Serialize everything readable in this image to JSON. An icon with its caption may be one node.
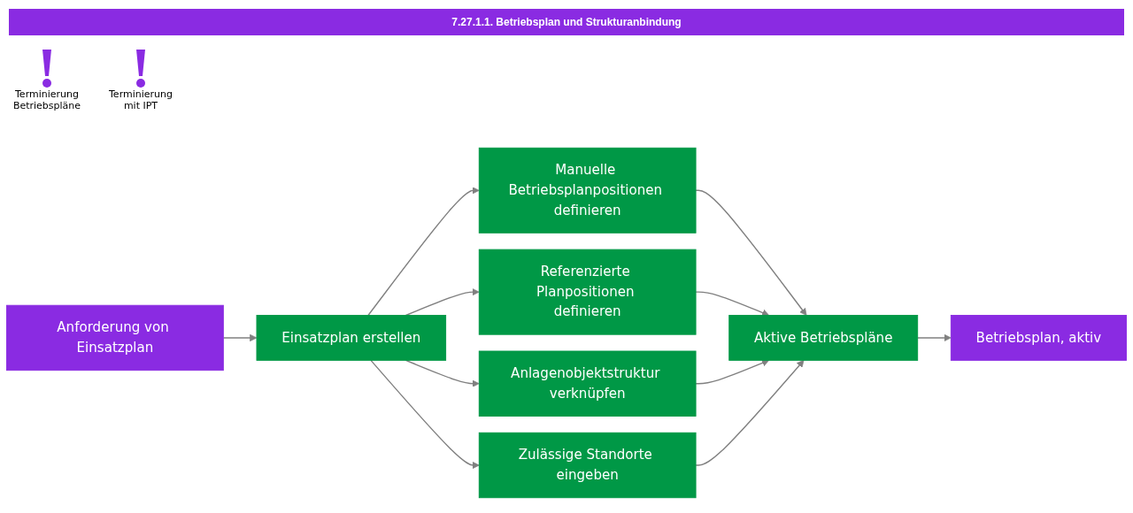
{
  "diagram": {
    "title": "7.27.1.1. Betriebsplan und Strukturanbindung",
    "nodes": [
      {
        "text": [
          "Anforderung von Einsatzplan"
        ]
      },
      {
        "text": [
          "Einsatzplan erstellen"
        ]
      },
      {
        "text": [
          "Manuelle Betriebsplanpositionen definieren"
        ]
      },
      {
        "text": [
          "Referenzierte Planpositionen definieren"
        ]
      },
      {
        "text": [
          "Anlagenobjektstruktur verknüpfen"
        ]
      },
      {
        "text": [
          "Zulässige Standorte eingeben"
        ]
      },
      {
        "text": [
          "Aktive Betriebspläne"
        ]
      },
      {
        "text": [
          "Betriebsplan, aktiv"
        ]
      }
    ],
    "edges": [
      {
        "from": 0,
        "to": 1,
        "arrow": "to"
      },
      {
        "from": 1,
        "to": 2,
        "arrow": "to"
      },
      {
        "from": 1,
        "to": 3,
        "arrow": "to"
      },
      {
        "from": 1,
        "to": 4,
        "arrow": "to"
      },
      {
        "from": 1,
        "to": 5,
        "arrow": "to"
      },
      {
        "from": 2,
        "to": 6,
        "arrow": "to"
      },
      {
        "from": 3,
        "to": 6,
        "arrow": "to"
      },
      {
        "from": 4,
        "to": 6,
        "arrow": "to"
      },
      {
        "from": 5,
        "to": 6,
        "arrow": "to"
      },
      {
        "from": 6,
        "to": 7,
        "arrow": "to"
      }
    ],
    "labels": [
      "Terminierung Betriebspläne",
      "Terminierung mit IPT"
    ]
  }
}
